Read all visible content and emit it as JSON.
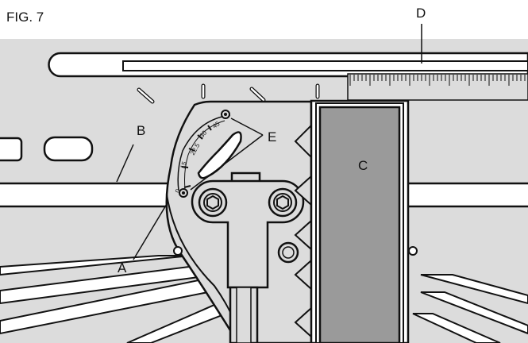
{
  "figure": {
    "title": "FIG. 7"
  },
  "callouts": {
    "a": "A",
    "b": "B",
    "c": "C",
    "d": "D",
    "e": "E"
  },
  "bevel_scale": {
    "marks": [
      "0",
      "15",
      "22.5",
      "30",
      "45"
    ]
  },
  "colors": {
    "plate": "#dcdcdc",
    "fence": "#9a9a9a",
    "line": "#111111",
    "white": "#ffffff"
  }
}
